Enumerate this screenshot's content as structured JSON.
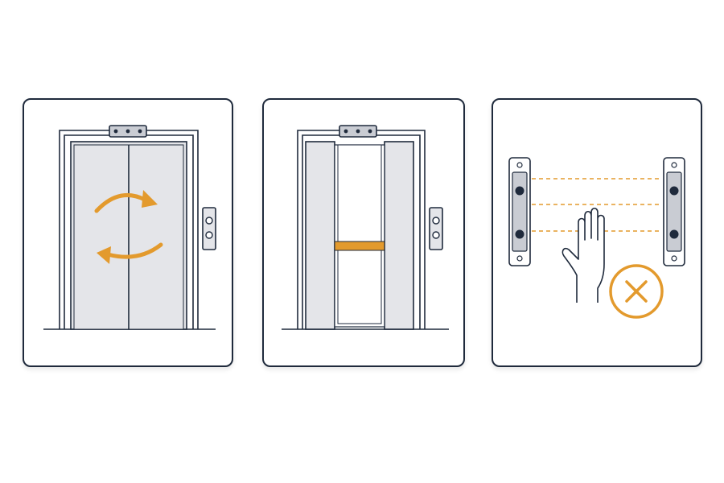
{
  "colors": {
    "outline": "#1f2a3c",
    "door_fill": "#e4e5e9",
    "accent": "#e39a2d",
    "sensor_fill": "#c9ccd3",
    "lens": "#1f2a3c",
    "background": "#ffffff"
  },
  "panels": [
    {
      "id": "closed-doors-rotating",
      "icons": [
        "elevator-closed-doors-icon",
        "rotate-arrows-icon",
        "call-buttons-icon"
      ]
    },
    {
      "id": "open-doors-safety-edge",
      "icons": [
        "elevator-open-doors-icon",
        "safety-edge-bar-icon",
        "call-buttons-icon"
      ]
    },
    {
      "id": "light-curtain-blocked",
      "icons": [
        "light-curtain-sensor-icon",
        "beam-lines-icon",
        "hand-icon",
        "cancel-x-icon"
      ]
    }
  ]
}
